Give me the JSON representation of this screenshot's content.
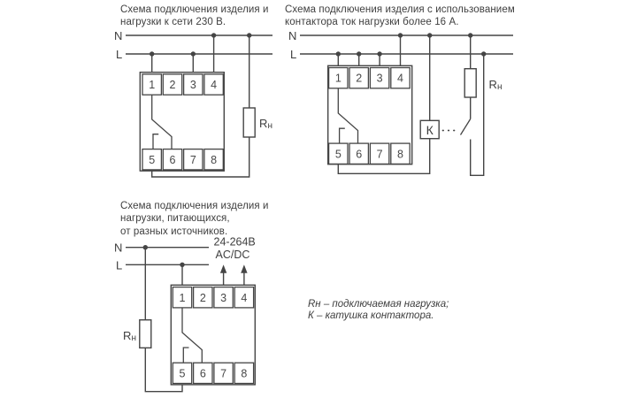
{
  "colors": {
    "background": "#ffffff",
    "line": "#454545",
    "text": "#3e3e3e"
  },
  "diagram1": {
    "title_lines": [
      "Схема подключения изделия и",
      "нагрузки к сети 230 В."
    ],
    "neutral_label": "N",
    "line_label": "L",
    "terminals_top": [
      "1",
      "2",
      "3",
      "4"
    ],
    "terminals_bottom": [
      "5",
      "6",
      "7",
      "8"
    ],
    "load_label": {
      "r": "R",
      "sub": "н"
    }
  },
  "diagram2": {
    "title_lines": [
      "Схема подключения изделия с использованием",
      "контактора ток нагрузки более 16 А."
    ],
    "neutral_label": "N",
    "line_label": "L",
    "terminals_top": [
      "1",
      "2",
      "3",
      "4"
    ],
    "terminals_bottom": [
      "5",
      "6",
      "7",
      "8"
    ],
    "load_label": {
      "r": "R",
      "sub": "н"
    },
    "contactor_label": "К"
  },
  "diagram3": {
    "title_lines": [
      "Схема подключения изделия и",
      "нагрузки, питающихся,",
      "от разных источников."
    ],
    "neutral_label": "N",
    "line_label": "L",
    "terminals_top": [
      "1",
      "2",
      "3",
      "4"
    ],
    "terminals_bottom": [
      "5",
      "6",
      "7",
      "8"
    ],
    "load_label": {
      "r": "R",
      "sub": "н"
    },
    "supply_lines": [
      "24-264В",
      "AC/DC"
    ]
  },
  "legend": {
    "lines": [
      "Rн – подключаемая нагрузка;",
      "К – катушка контактора."
    ]
  }
}
